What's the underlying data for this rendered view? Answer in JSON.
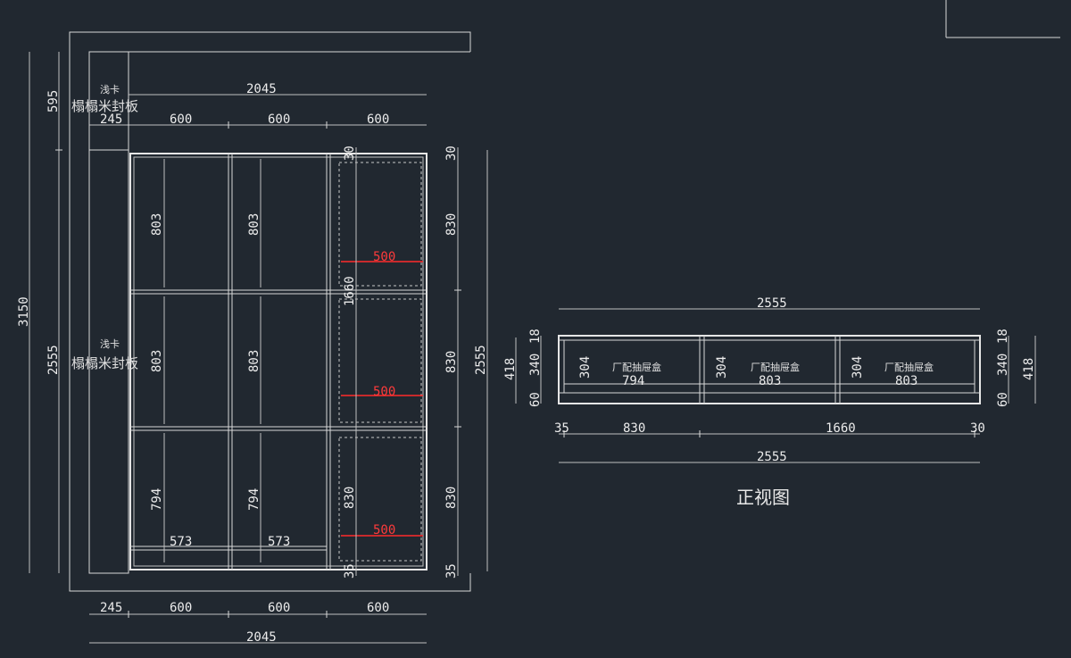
{
  "left_view": {
    "top_labels": {
      "qianka": "浅卡",
      "width_total": "2045",
      "sealing_board": "榻榻米封板",
      "col_245": "245",
      "col_600_a": "600",
      "col_600_b": "600",
      "col_600_c": "600"
    },
    "mid_labels": {
      "qianka": "浅卡",
      "sealing_board": "榻榻米封板"
    },
    "left_dims": {
      "d595": "595",
      "d3150": "3150",
      "d2555": "2555"
    },
    "compartment_heights": [
      "803",
      "803",
      "803",
      "803",
      "794",
      "794"
    ],
    "bottom_widths": [
      "573",
      "573"
    ],
    "drawer_col_dims": [
      "30",
      "1660",
      "830",
      "35"
    ],
    "drawer_widths_red": [
      "500",
      "500",
      "500"
    ],
    "right_dims": [
      "30",
      "830",
      "830",
      "830",
      "35",
      "2555"
    ],
    "bottom_labels": {
      "col_245": "245",
      "col_600_a": "600",
      "col_600_b": "600",
      "col_600_c": "600",
      "width_total": "2045"
    }
  },
  "front_view": {
    "top_total": "2555",
    "drawer_label": "厂配抽屉盒",
    "inner_heights": [
      "304",
      "304",
      "304"
    ],
    "inner_widths": [
      "794",
      "803",
      "803"
    ],
    "left_dims": [
      "418",
      "18",
      "340",
      "60"
    ],
    "right_dims": [
      "18",
      "340",
      "60",
      "418"
    ],
    "bottom_segments": [
      "35",
      "830",
      "1660",
      "30"
    ],
    "bottom_total": "2555",
    "title": "正视图"
  },
  "colors": {
    "background": "#212830",
    "line": "#d8d8d8",
    "highlight": "#ff2a2a"
  }
}
